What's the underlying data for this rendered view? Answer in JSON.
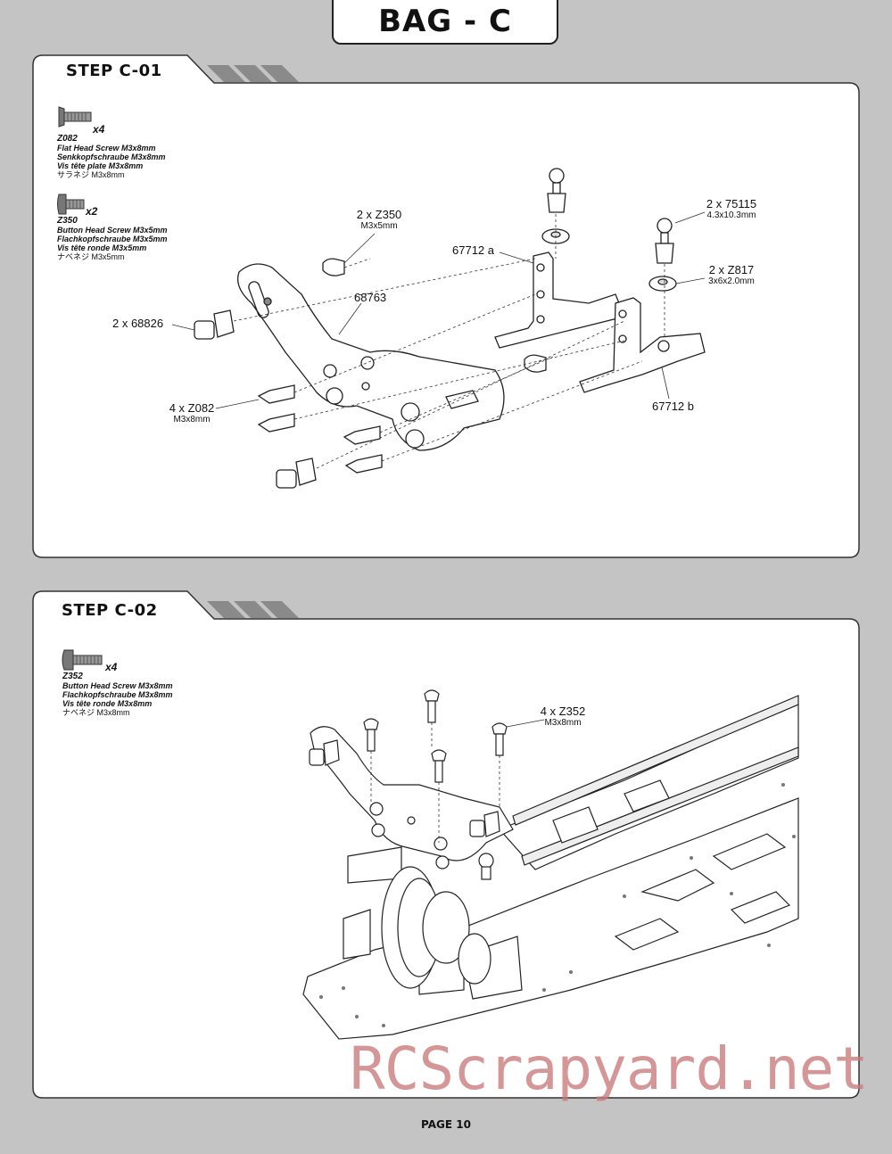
{
  "header": {
    "bag_title": "BAG - C"
  },
  "step1": {
    "label": "STEP C-01",
    "parts": [
      {
        "code": "Z082",
        "qty": "x4",
        "en": "Flat Head Screw M3x8mm",
        "de": "Senkkopfschraube M3x8mm",
        "fr": "Vis tête plate M3x8mm",
        "jp": "サラネジ M3x8mm"
      },
      {
        "code": "Z350",
        "qty": "x2",
        "en": "Button Head Screw M3x5mm",
        "de": "Flachkopfschraube M3x5mm",
        "fr": "Vis tête ronde M3x5mm",
        "jp": "ナベネジ M3x5mm"
      }
    ],
    "callouts": {
      "z350": {
        "main": "2 x Z350",
        "sub": "M3x5mm"
      },
      "p75115": {
        "main": "2 x 75115",
        "sub": "4.3x10.3mm"
      },
      "z817": {
        "main": "2 x Z817",
        "sub": "3x6x2.0mm"
      },
      "p67712a": "67712 a",
      "p68763": "68763",
      "p68826": "2 x 68826",
      "z082": {
        "main": "4 x Z082",
        "sub": "M3x8mm"
      },
      "p67712b": "67712 b"
    }
  },
  "step2": {
    "label": "STEP C-02",
    "part": {
      "code": "Z352",
      "qty": "x4",
      "en": "Button Head Screw M3x8mm",
      "de": "Flachkopfschraube M3x8mm",
      "fr": "Vis tête ronde M3x8mm",
      "jp": "ナベネジ M3x8mm"
    },
    "callout": {
      "main": "4 x Z352",
      "sub": "M3x8mm"
    }
  },
  "footer": {
    "page": "PAGE 10"
  },
  "watermark": "RCScrapyard.net"
}
